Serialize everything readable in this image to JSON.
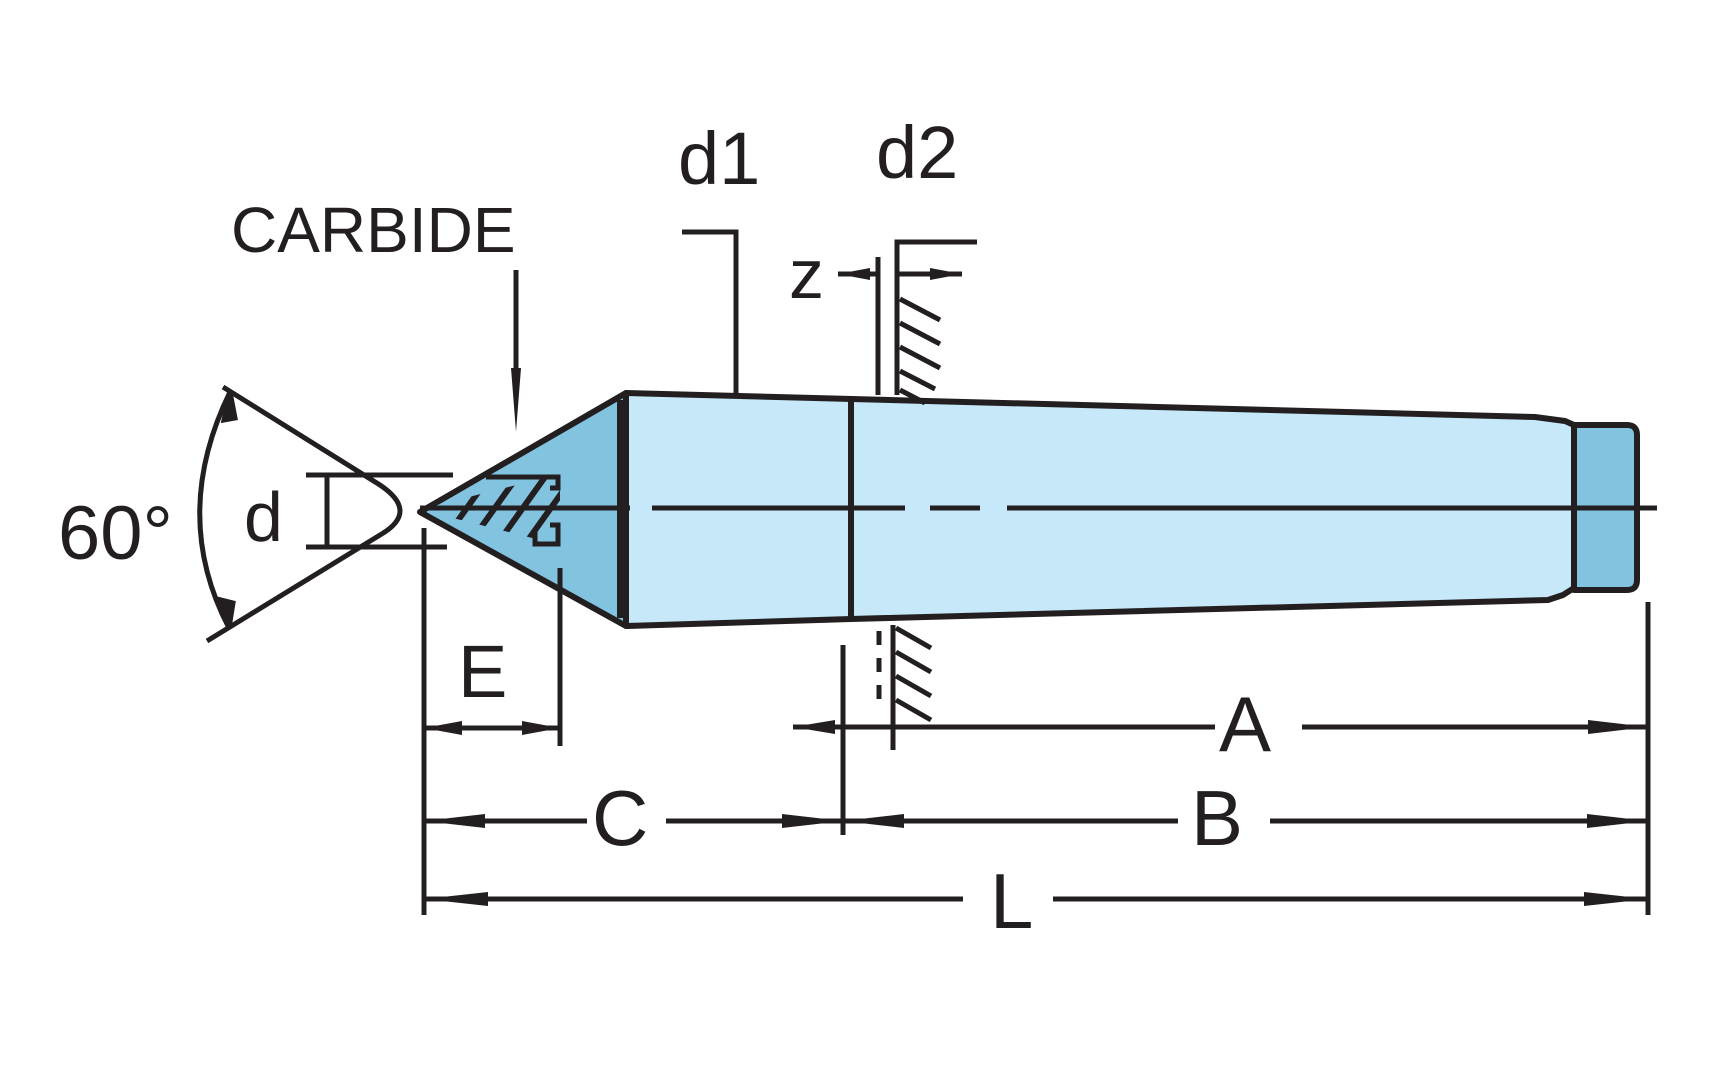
{
  "labels": {
    "angle": "60°",
    "d": "d",
    "carbide": "CARBIDE",
    "d1": "d1",
    "d2": "d2",
    "z": "z",
    "E": "E",
    "A": "A",
    "B": "B",
    "C": "C",
    "L": "L"
  },
  "colors": {
    "line": "#231f20",
    "body_fill": "#c6e8f8",
    "shade_fill": "#82c3e0",
    "background": "#ffffff"
  }
}
